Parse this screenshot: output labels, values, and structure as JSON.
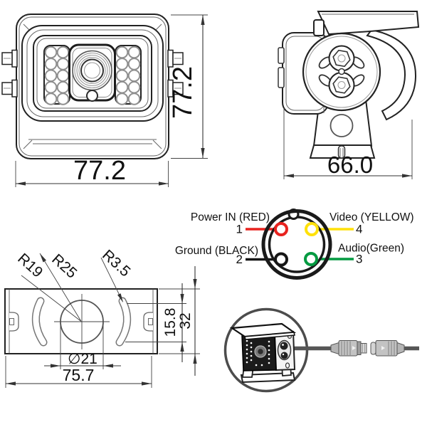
{
  "drawing": {
    "front_view": {
      "width_dim": "77.2",
      "height_dim": "77.2"
    },
    "side_view": {
      "width_dim": "66.0"
    },
    "bracket_view": {
      "radius_large": "R19",
      "radius_mid": "R25",
      "radius_small": "R3.5",
      "hole_diameter": "∅21",
      "width_dim": "75.7",
      "slot_height_dim": "15.8",
      "height_dim": "32"
    },
    "pinout": {
      "power": {
        "number": "1",
        "label": "Power IN (RED)",
        "color": "#e8231f"
      },
      "video": {
        "number": "4",
        "label": "Video (YELLOW)",
        "color": "#ffe10a"
      },
      "ground": {
        "number": "2",
        "label": "Ground (BLACK)",
        "color": "#161616"
      },
      "audio": {
        "number": "3",
        "label": "Audio(Green)",
        "color": "#049a41"
      }
    }
  }
}
